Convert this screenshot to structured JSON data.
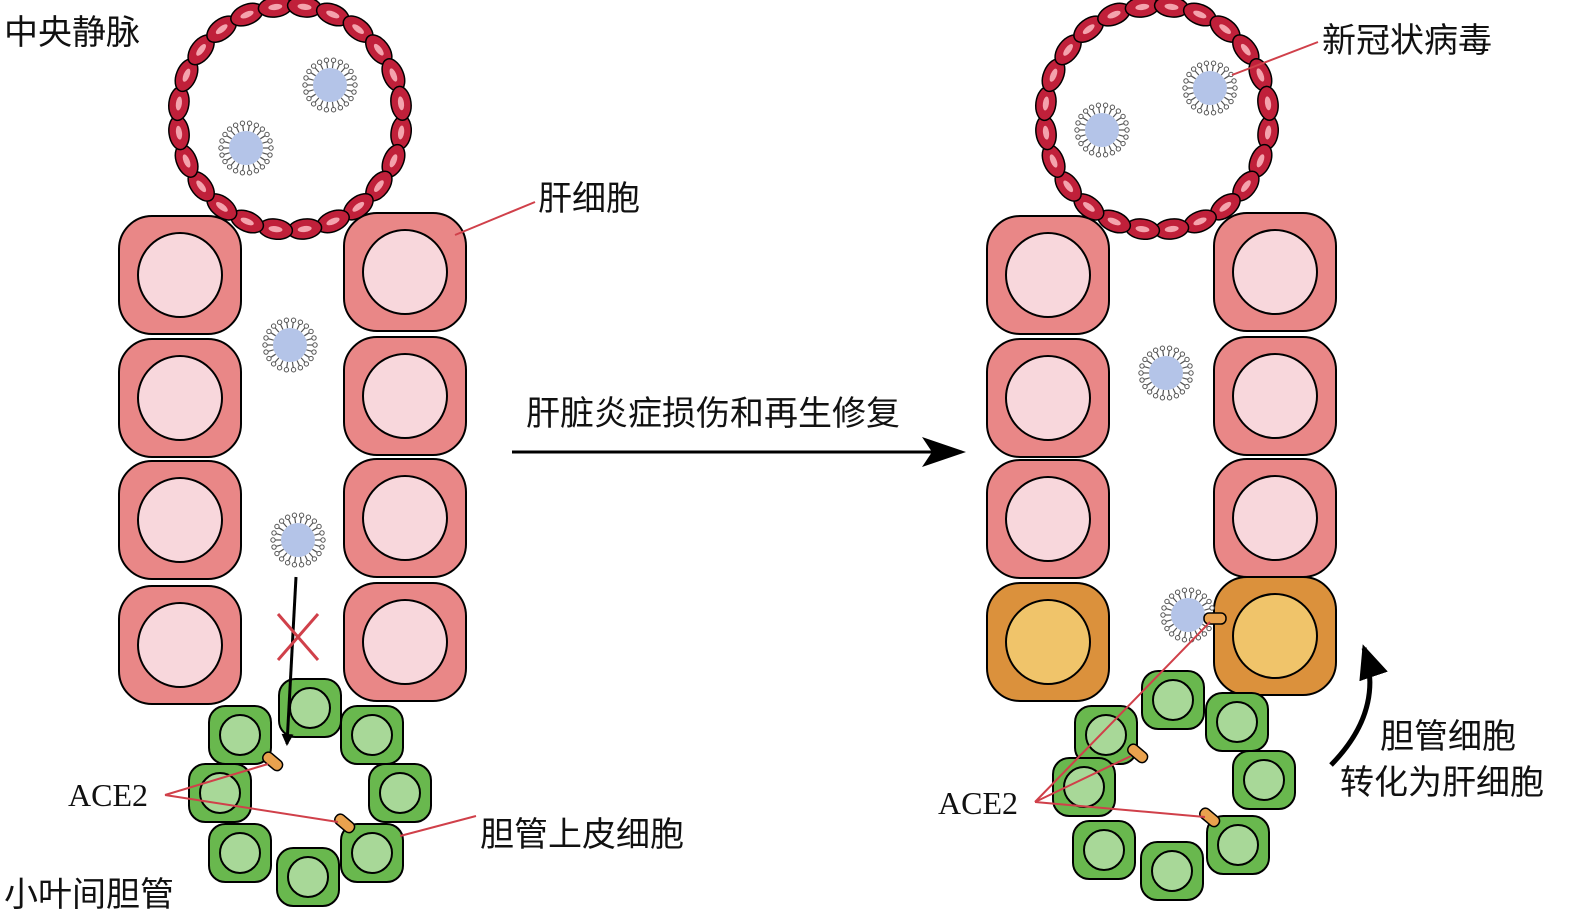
{
  "labels": {
    "central_vein": "中央静脉",
    "hepatocyte": "肝细胞",
    "sars_cov_2": "新冠状病毒",
    "process": "肝脏炎症损伤和再生修复",
    "ace2_left": "ACE2",
    "ace2_right": "ACE2",
    "cholangiocyte": "胆管上皮细胞",
    "bile_duct": "小叶间胆管",
    "transdiff_line1": "胆管细胞",
    "transdiff_line2": "转化为肝细胞"
  },
  "colors": {
    "red_blood_cell": "#c0203a",
    "red_blood_cell_center": "#f4a3ad",
    "hepatocyte_fill": "#e98787",
    "hepatocyte_nucleus": "#f8d7dc",
    "transformed_cell": "#db913c",
    "transformed_nucleus": "#f0c46a",
    "cholangiocyte_fill": "#69b84e",
    "cholangiocyte_nucleus": "#a8d898",
    "virus_body": "#b4c4e8",
    "ace2_receptor": "#e9a24e",
    "leader_line": "#d0404a",
    "arrow": "#000000"
  }
}
